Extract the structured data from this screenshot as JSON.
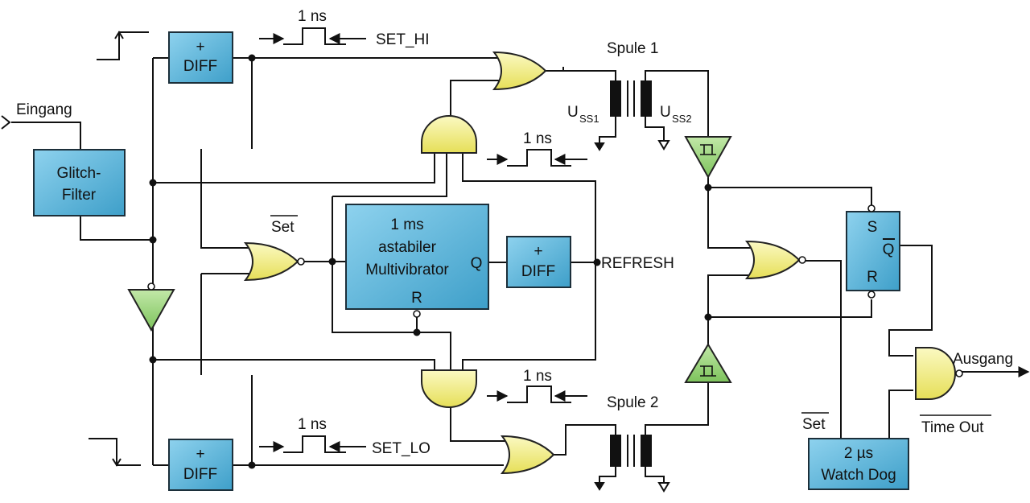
{
  "colors": {
    "block_fill": "#58b4d8",
    "gate_fill": "#f0ec7a",
    "buffer_fill": "#9ed480",
    "wire": "#111111"
  },
  "labels": {
    "eingang": "Eingang",
    "ausgang": "Ausgang",
    "set_hi": "SET_HI",
    "set_lo": "SET_LO",
    "refresh": "REFRESH",
    "spule1": "Spule 1",
    "spule2": "Spule 2",
    "pulse_width": "1 ns",
    "set_bar": "Set",
    "set_bar2": "Set",
    "time_out": "Time Out",
    "u": "U",
    "uss1_sub": "SS1",
    "uss2_sub": "SS2"
  },
  "blocks": {
    "diff_plus": "+",
    "diff": "DIFF",
    "glitch_line1": "Glitch-",
    "glitch_line2": "Filter",
    "multi_line1": "1 ms",
    "multi_line2": "astabiler",
    "multi_line3": "Multivibrator",
    "multi_q": "Q",
    "multi_r": "R",
    "ff_s": "S",
    "ff_q": "Q",
    "ff_r": "R",
    "wd_line1": "2 µs",
    "wd_line2": "Watch Dog"
  }
}
